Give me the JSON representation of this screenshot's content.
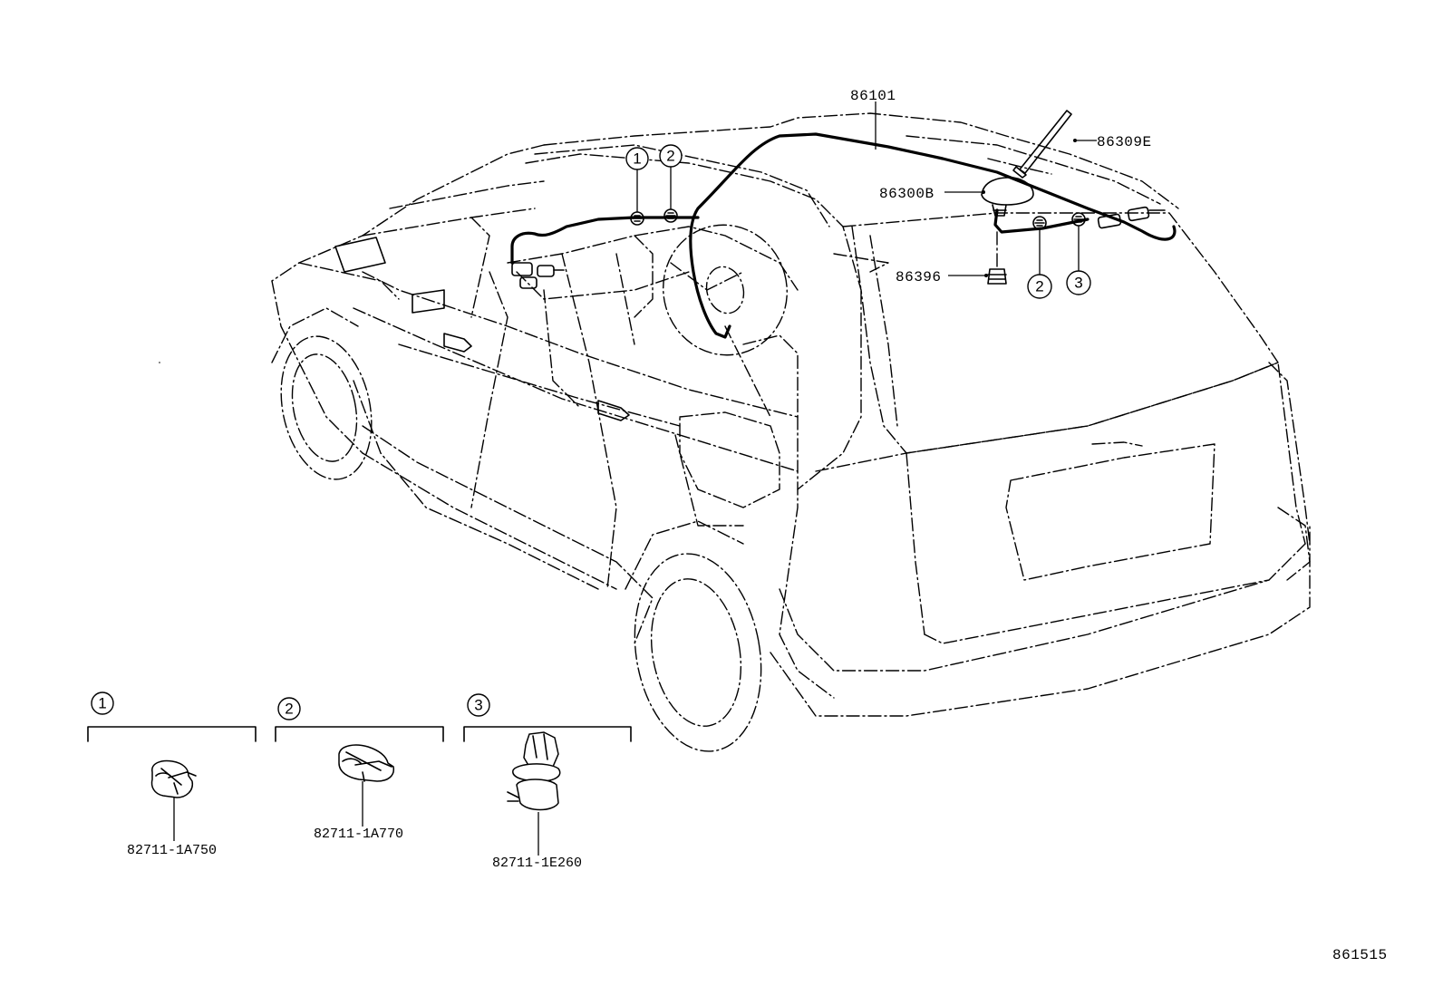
{
  "parts": {
    "antenna_cord": "86101",
    "antenna_pole": "86309E",
    "antenna_base": "86300B",
    "antenna_nut": "86396"
  },
  "callouts": {
    "c1": "1",
    "c2": "2",
    "c3": "3"
  },
  "clips": [
    {
      "index": "1",
      "part_number": "82711-1A750"
    },
    {
      "index": "2",
      "part_number": "82711-1A770"
    },
    {
      "index": "3",
      "part_number": "82711-1E260"
    }
  ],
  "diagram_code": "861515"
}
